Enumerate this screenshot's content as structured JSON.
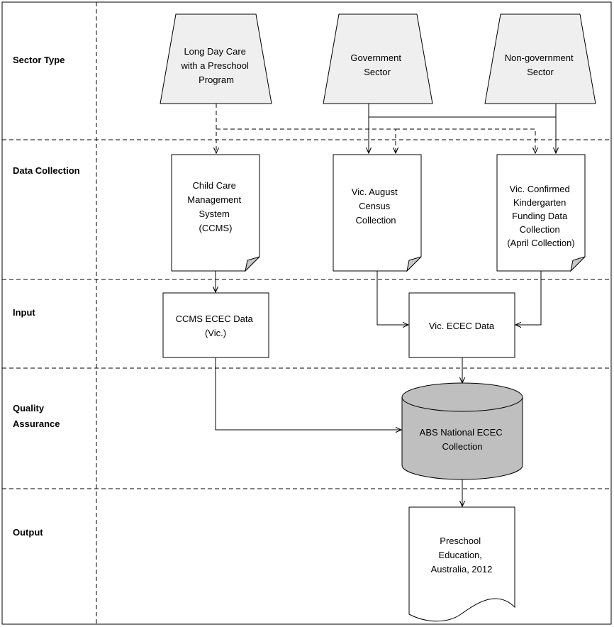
{
  "lanes": [
    {
      "label": [
        "Sector Type"
      ]
    },
    {
      "label": [
        "Data Collection"
      ]
    },
    {
      "label": [
        "Input"
      ]
    },
    {
      "label": [
        "Quality",
        "Assurance"
      ]
    },
    {
      "label": [
        "Output"
      ]
    }
  ],
  "nodes": {
    "long_day_care": {
      "lines": [
        "Long Day Care",
        "with a Preschool",
        "Program"
      ]
    },
    "government": {
      "lines": [
        "Government",
        "Sector"
      ]
    },
    "non_government": {
      "lines": [
        "Non-government",
        "Sector"
      ]
    },
    "ccms": {
      "lines": [
        "Child Care",
        "Management",
        "System",
        "(CCMS)"
      ]
    },
    "vic_august": {
      "lines": [
        "Vic. August",
        "Census",
        "Collection"
      ]
    },
    "vic_confirmed": {
      "lines": [
        "Vic. Confirmed",
        "Kindergarten",
        "Funding Data",
        "Collection",
        "(April Collection)"
      ]
    },
    "ccms_ecec": {
      "lines": [
        "CCMS ECEC Data",
        "(Vic.)"
      ]
    },
    "vic_ecec": {
      "lines": [
        "Vic. ECEC Data"
      ]
    },
    "abs_national": {
      "lines": [
        "ABS National ECEC",
        "Collection"
      ]
    },
    "preschool_output": {
      "lines": [
        "Preschool",
        "Education,",
        "Australia, 2012"
      ]
    }
  },
  "colors": {
    "sector_fill": "#efefef",
    "database_fill": "#bfbfbf",
    "box_fill": "#ffffff",
    "stroke": "#000000"
  }
}
